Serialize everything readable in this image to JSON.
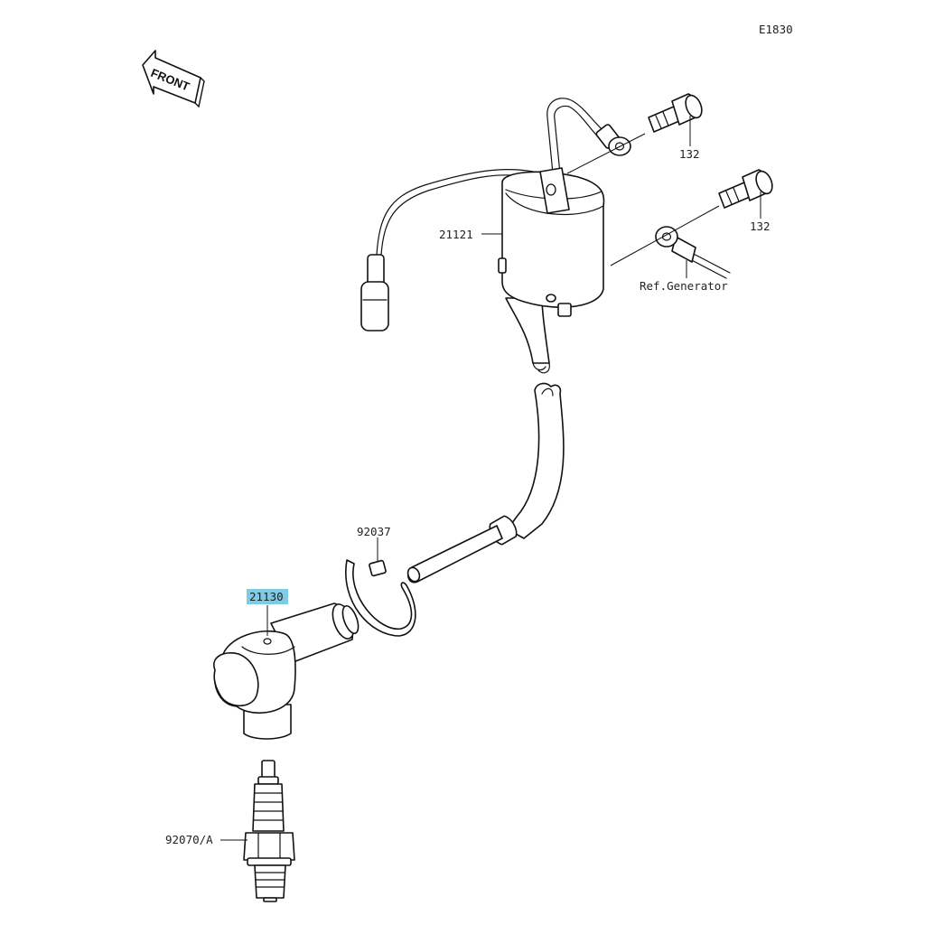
{
  "diagram_code": "E1830",
  "front_label": "FRONT",
  "parts": [
    {
      "id": "bolt-upper",
      "number": "132"
    },
    {
      "id": "bolt-lower",
      "number": "132"
    },
    {
      "id": "ignition-coil",
      "number": "21121"
    },
    {
      "id": "generator-lead",
      "number": "Ref.Generator"
    },
    {
      "id": "clamp",
      "number": "92037"
    },
    {
      "id": "spark-plug-cap",
      "number": "21130",
      "highlighted": true,
      "highlight_color": "#7fcbe6"
    },
    {
      "id": "spark-plug",
      "number": "92070/A"
    }
  ]
}
